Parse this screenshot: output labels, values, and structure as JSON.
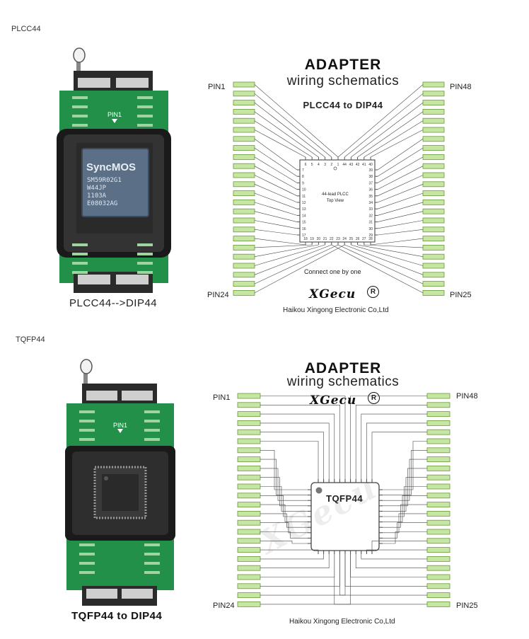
{
  "sections": {
    "plcc": {
      "label": "PLCC44",
      "caption": "PLCC44-->DIP44",
      "photo": {
        "pin1": "PIN1",
        "chip_brand": "SyncMOS",
        "chip_lines": [
          "SM59R02G1",
          "W44JP",
          "1103A",
          "E08032AG"
        ]
      },
      "schematic": {
        "title": "ADAPTER",
        "subtitle": "wiring schematics",
        "heading": "PLCC44 to DIP44",
        "pin_tl": "PIN1",
        "pin_tr": "PIN48",
        "pin_bl": "PIN24",
        "pin_br": "PIN25",
        "chip_line1": "44-lead PLCC",
        "chip_line2": "Top View",
        "chip_top": [
          "6",
          "5",
          "4",
          "3",
          "2",
          "1",
          "44",
          "43",
          "42",
          "41",
          "40"
        ],
        "chip_left": [
          "7",
          "8",
          "9",
          "10",
          "11",
          "12",
          "13",
          "14",
          "15",
          "16",
          "17"
        ],
        "chip_right": [
          "39",
          "38",
          "37",
          "36",
          "35",
          "34",
          "33",
          "32",
          "31",
          "30",
          "29"
        ],
        "chip_bottom": [
          "18",
          "19",
          "20",
          "21",
          "22",
          "23",
          "24",
          "25",
          "26",
          "27",
          "28"
        ],
        "note": "Connect one by one",
        "brand": "XGecu",
        "reg": "R",
        "company": "Haikou Xingong Electronic Co,Ltd"
      }
    },
    "tqfp": {
      "label": "TQFP44",
      "caption": "TQFP44 to DIP44",
      "photo": {
        "pin1": "PIN1"
      },
      "schematic": {
        "title": "ADAPTER",
        "subtitle": "wiring schematics",
        "brand": "XGecu",
        "reg": "R",
        "pin_tl": "PIN1",
        "pin_tr": "PIN48",
        "pin_bl": "PIN24",
        "pin_br": "PIN25",
        "chip_label": "TQFP44",
        "watermark": "XGecu",
        "company": "Haikou Xingong Electronic Co,Ltd"
      }
    }
  }
}
